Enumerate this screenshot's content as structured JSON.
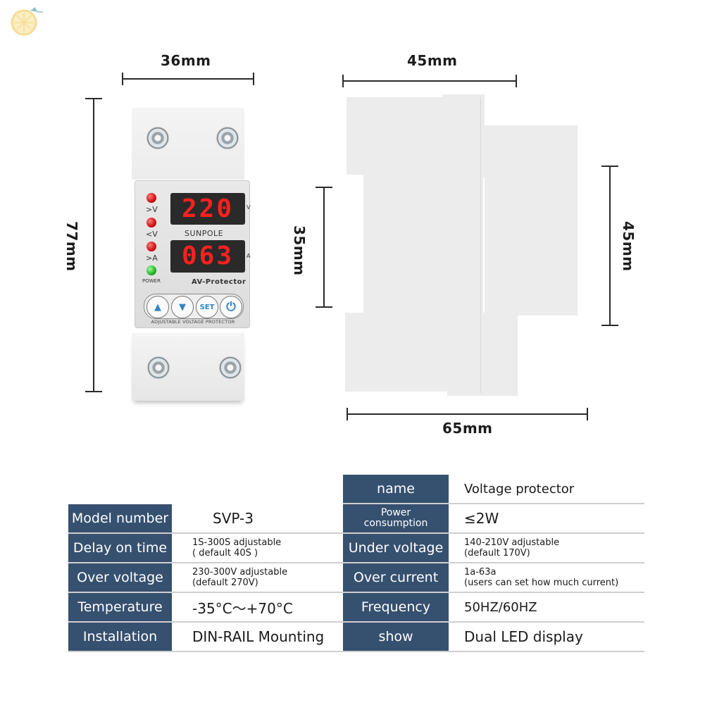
{
  "logo": {
    "icon": "lemon-slice-logo-icon",
    "colors": {
      "fruit": "#f7e3a3",
      "leaf": "#8fc1c8"
    }
  },
  "front_view": {
    "width_label": "36mm",
    "height_label": "77mm",
    "indicators": [
      {
        "label": ">V",
        "color": "red"
      },
      {
        "label": "<V",
        "color": "red"
      },
      {
        "label": ">A",
        "color": "red"
      },
      {
        "label": "POWER",
        "color": "green"
      }
    ],
    "voltage_display": {
      "digits": "220",
      "unit": "V"
    },
    "current_display": {
      "digits": "063",
      "unit": "A"
    },
    "brand": "SUNPOLE",
    "model_caption": "AV-Protector",
    "buttons": [
      {
        "name": "up",
        "glyph": "▲"
      },
      {
        "name": "down",
        "glyph": "▼"
      },
      {
        "name": "set",
        "glyph": "SET"
      },
      {
        "name": "power",
        "glyph": "⏻"
      }
    ],
    "footer_caption": "ADJUSTABLE VOLTAGE PROTECTOR"
  },
  "side_view": {
    "top_width_label": "45mm",
    "rail_height_label": "35mm",
    "right_height_label": "45mm",
    "bottom_width_label": "65mm"
  },
  "colors": {
    "header_bg": "#36506f",
    "header_text": "#ffffff",
    "separator": "#cfcfcf",
    "led_red": "#e01818",
    "led_green": "#22b022",
    "button_blue": "#2f86c8"
  },
  "spec_left": [
    {
      "label": "Model number",
      "value": "SVP-3"
    },
    {
      "label": "Delay on time",
      "value_line1": "1S-300S adjustable",
      "value_line2": "( default 40S )"
    },
    {
      "label": "Over voltage",
      "value_line1": "230-300V adjustable",
      "value_line2": "(default 270V)"
    },
    {
      "label": "Temperature",
      "value": "-35°C～+70°C"
    },
    {
      "label": "Installation",
      "value": "DIN-RAIL Mounting"
    }
  ],
  "spec_right": [
    {
      "label": "name",
      "value": "Voltage protector"
    },
    {
      "label_line1": "Power",
      "label_line2": "consumption",
      "value": "≤2W"
    },
    {
      "label": "Under voltage",
      "value_line1": "140-210V adjustable",
      "value_line2": "(default 170V)"
    },
    {
      "label": "Over current",
      "value_line1": "1a-63a",
      "value_line2": "(users can set how much current)"
    },
    {
      "label": "Frequency",
      "value": "50HZ/60HZ"
    },
    {
      "label": "show",
      "value": "Dual LED display"
    }
  ]
}
